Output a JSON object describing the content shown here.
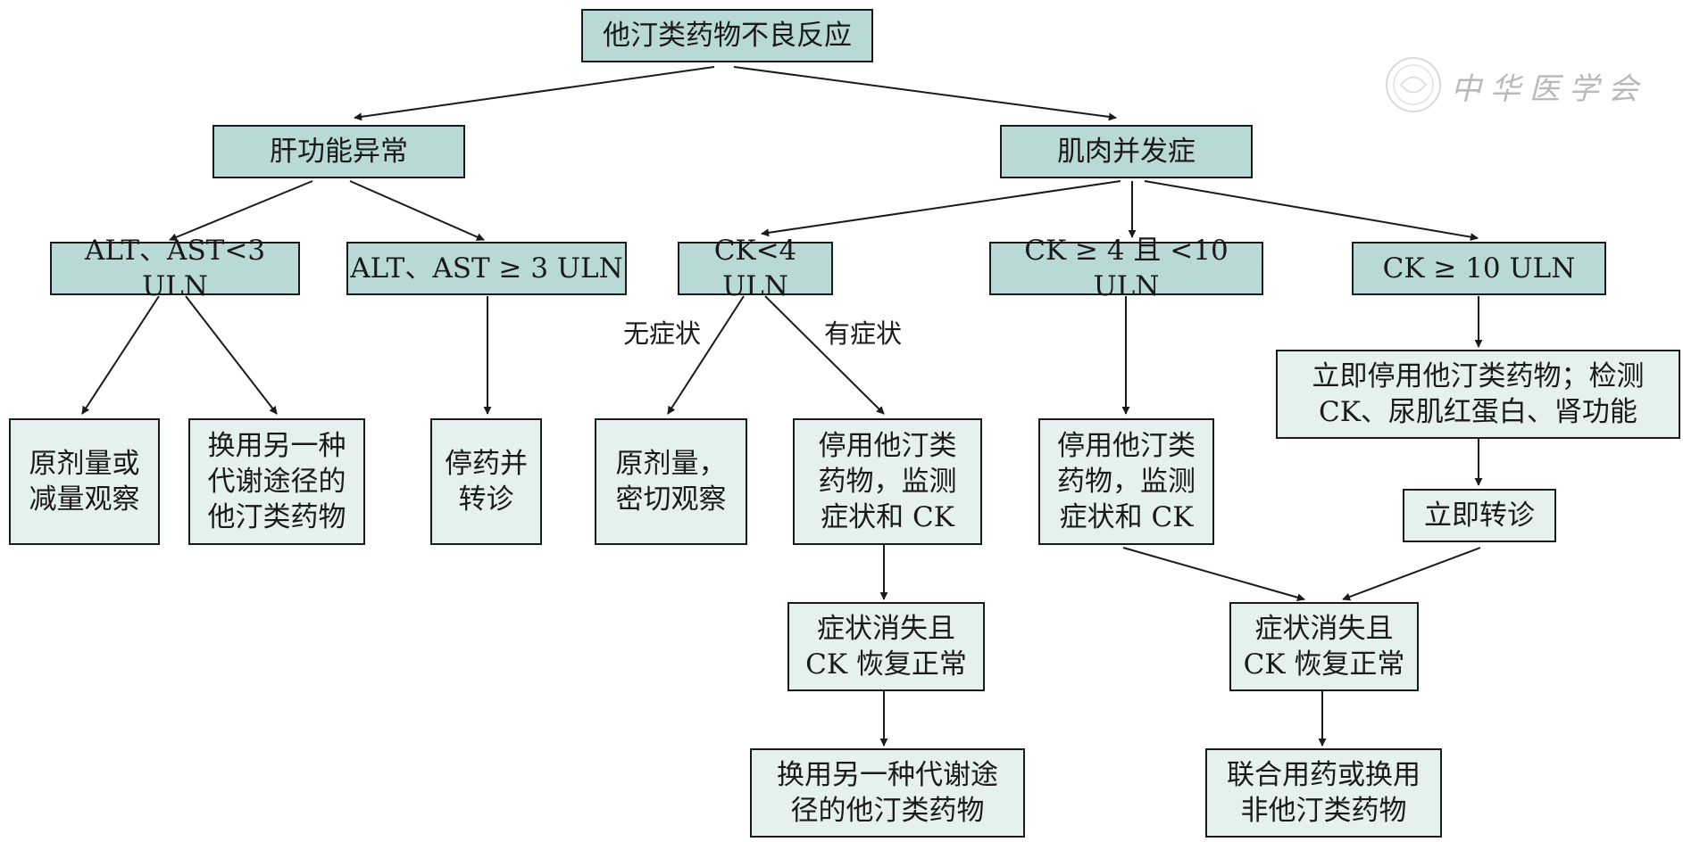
{
  "title": "他汀类药物不良反应",
  "nodes": {
    "liver": "肝功能异常",
    "muscle": "肌肉并发症",
    "alt_low": "ALT、AST<3 ULN",
    "alt_high": "ALT、AST ≥ 3 ULN",
    "ck_low": "CK<4 ULN",
    "ck_mid": "CK ≥ 4 且 <10 ULN",
    "ck_high": "CK ≥ 10 ULN",
    "observe": "原剂量或\n减量观察",
    "switch_statin": "换用另一种\n代谢途径的\n他汀类药物",
    "stop_refer": "停药并\n转诊",
    "close_observe": "原剂量，\n密切观察",
    "stop_monitor_a": "停用他汀类\n药物，监测\n症状和 CK",
    "stop_monitor_b": "停用他汀类\n药物，监测\n症状和 CK",
    "stop_detect": "立即停用他汀类药物；检测\nCK、尿肌红蛋白、肾功能",
    "refer_now": "立即转诊",
    "recover_a": "症状消失且\nCK 恢复正常",
    "recover_b": "症状消失且\nCK 恢复正常",
    "switch_final": "换用另一种代谢途\n径的他汀类药物",
    "combine_final": "联合用药或换用\n非他汀类药物"
  },
  "labels": {
    "no_symptom": "无症状",
    "has_symptom": "有症状"
  },
  "watermark": "中华医学会",
  "colors": {
    "header_fill": "#b9d9d6",
    "leaf_fill": "#e5f1ef",
    "line": "#1a1a1a"
  }
}
